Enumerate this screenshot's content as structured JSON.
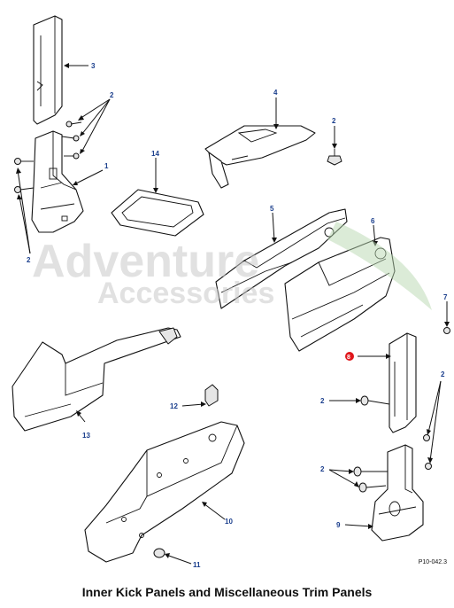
{
  "diagram": {
    "caption": "Inner Kick Panels and Miscellaneous Trim Panels",
    "drawing_code": "P10-042.3",
    "callouts": {
      "c3": "3",
      "c2a": "2",
      "c1": "1",
      "c2b": "2",
      "c4": "4",
      "c2c": "2",
      "c14": "14",
      "c5": "5",
      "c6": "6",
      "c7": "7",
      "c8": "8",
      "c2d": "2",
      "c2e": "2",
      "c13": "13",
      "c12": "12",
      "c2f": "2",
      "c10": "10",
      "c11": "11",
      "c9": "9"
    },
    "highlight_color": "#e0161b",
    "callout_color": "#1a3e8c"
  },
  "watermark": {
    "line1": "Adventure",
    "line2": "Accessories"
  }
}
